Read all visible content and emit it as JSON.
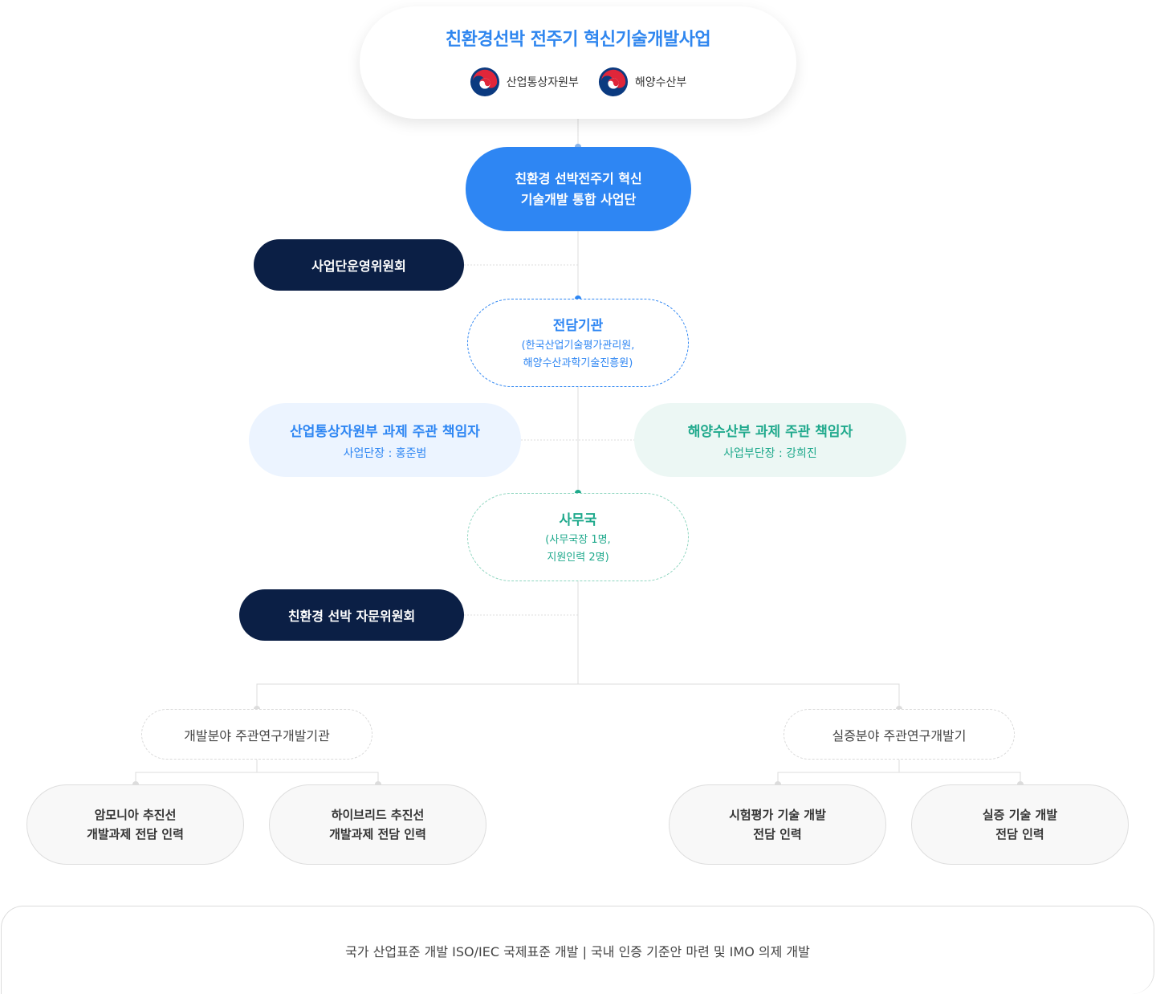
{
  "title": "친환경선박 전주기 혁신기술개발사업",
  "ministries": [
    {
      "name": "산업통상자원부",
      "icon": "taegeuk-emblem-icon"
    },
    {
      "name": "해양수산부",
      "icon": "taegeuk-emblem-icon"
    }
  ],
  "integrated_group": {
    "line1": "친환경 선박전주기 혁신",
    "line2": "기술개발 통합 사업단"
  },
  "steering_committee": "사업단운영위원회",
  "agency": {
    "title": "전담기관",
    "line1": "(한국산업기술평가관리원,",
    "line2": "해양수산과학기술진흥원)"
  },
  "lead_motie": {
    "title": "산업통상자원부 과제 주관 책임자",
    "sub": "사업단장 : 홍준범"
  },
  "lead_mof": {
    "title": "해양수산부 과제 주관 책임자",
    "sub": "사업부단장 : 강희진"
  },
  "secretariat": {
    "title": "사무국",
    "line1": "(사무국장 1명,",
    "line2": "지원인력 2명)"
  },
  "advisory_committee": "친환경 선박 자문위원회",
  "dev_org": "개발분야 주관연구개발기관",
  "demo_org": "실증분야 주관연구개발기",
  "teams": [
    {
      "line1": "암모니아 추진선",
      "line2": "개발과제 전담 인력"
    },
    {
      "line1": "하이브리드 추진선",
      "line2": "개발과제 전담 인력"
    },
    {
      "line1": "시험평가 기술 개발",
      "line2": "전담 인력"
    },
    {
      "line1": "실증 기술 개발",
      "line2": "전담 인력"
    }
  ],
  "footer": "국가 산업표준 개발 ISO/IEC 국제표준 개발 | 국내 인증 기준안 마련 및 IMO 의제 개발",
  "colors": {
    "blue": "#2e86f3",
    "navy": "#0b1f45",
    "green": "#1fa98c",
    "title_blue": "#2f86ef"
  }
}
